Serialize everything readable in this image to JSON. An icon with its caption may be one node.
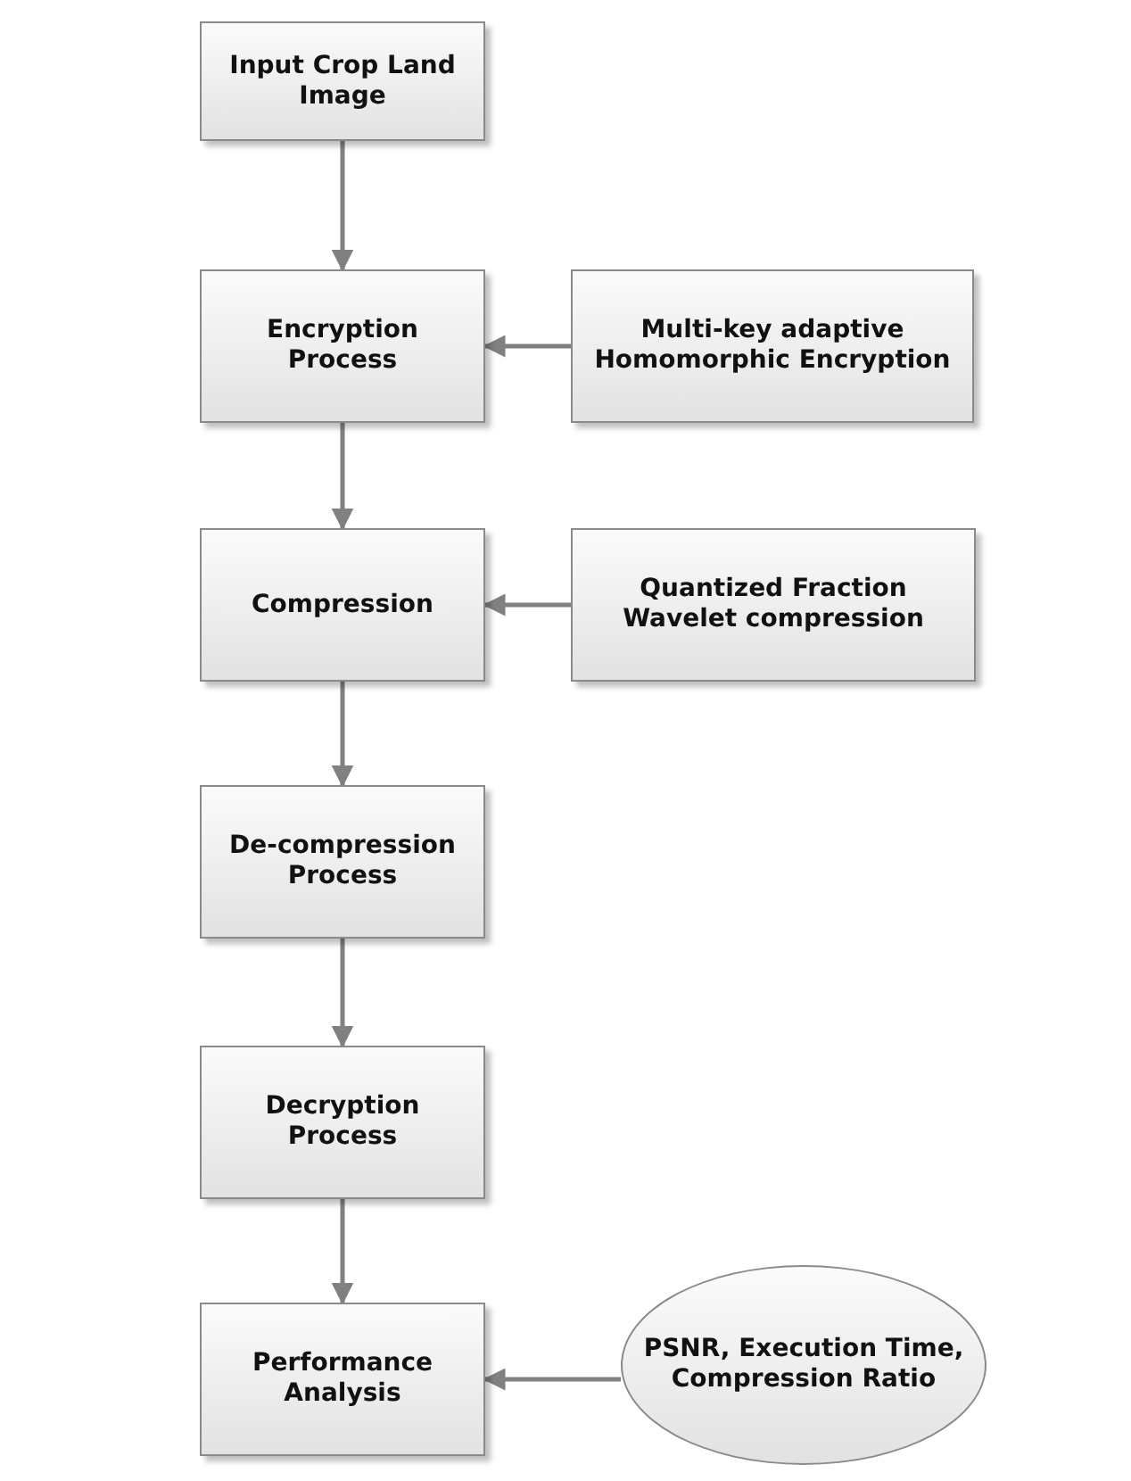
{
  "diagram": {
    "nodes": [
      {
        "text": [
          "Input Crop Land Image"
        ]
      },
      {
        "text": [
          "Encryption Process"
        ]
      },
      {
        "text": [
          "Multi-key adaptive Homomorphic Encryption"
        ]
      },
      {
        "text": [
          "Compression"
        ]
      },
      {
        "text": [
          "Quantized Fraction Wavelet compression"
        ]
      },
      {
        "text": [
          "De-compression Process"
        ]
      },
      {
        "text": [
          "Decryption Process"
        ]
      },
      {
        "text": [
          "Performance Analysis"
        ]
      },
      {
        "text": [
          "PSNR, Execution Time, Compression Ratio"
        ]
      }
    ],
    "edges": [
      {
        "from": 0,
        "to": 1,
        "arrow": "to"
      },
      {
        "from": 2,
        "to": 1,
        "arrow": "to"
      },
      {
        "from": 1,
        "to": 3,
        "arrow": "to"
      },
      {
        "from": 4,
        "to": 3,
        "arrow": "to"
      },
      {
        "from": 3,
        "to": 5,
        "arrow": "to"
      },
      {
        "from": 5,
        "to": 6,
        "arrow": "to"
      },
      {
        "from": 6,
        "to": 7,
        "arrow": "to"
      },
      {
        "from": 8,
        "to": 7,
        "arrow": "to"
      }
    ]
  }
}
